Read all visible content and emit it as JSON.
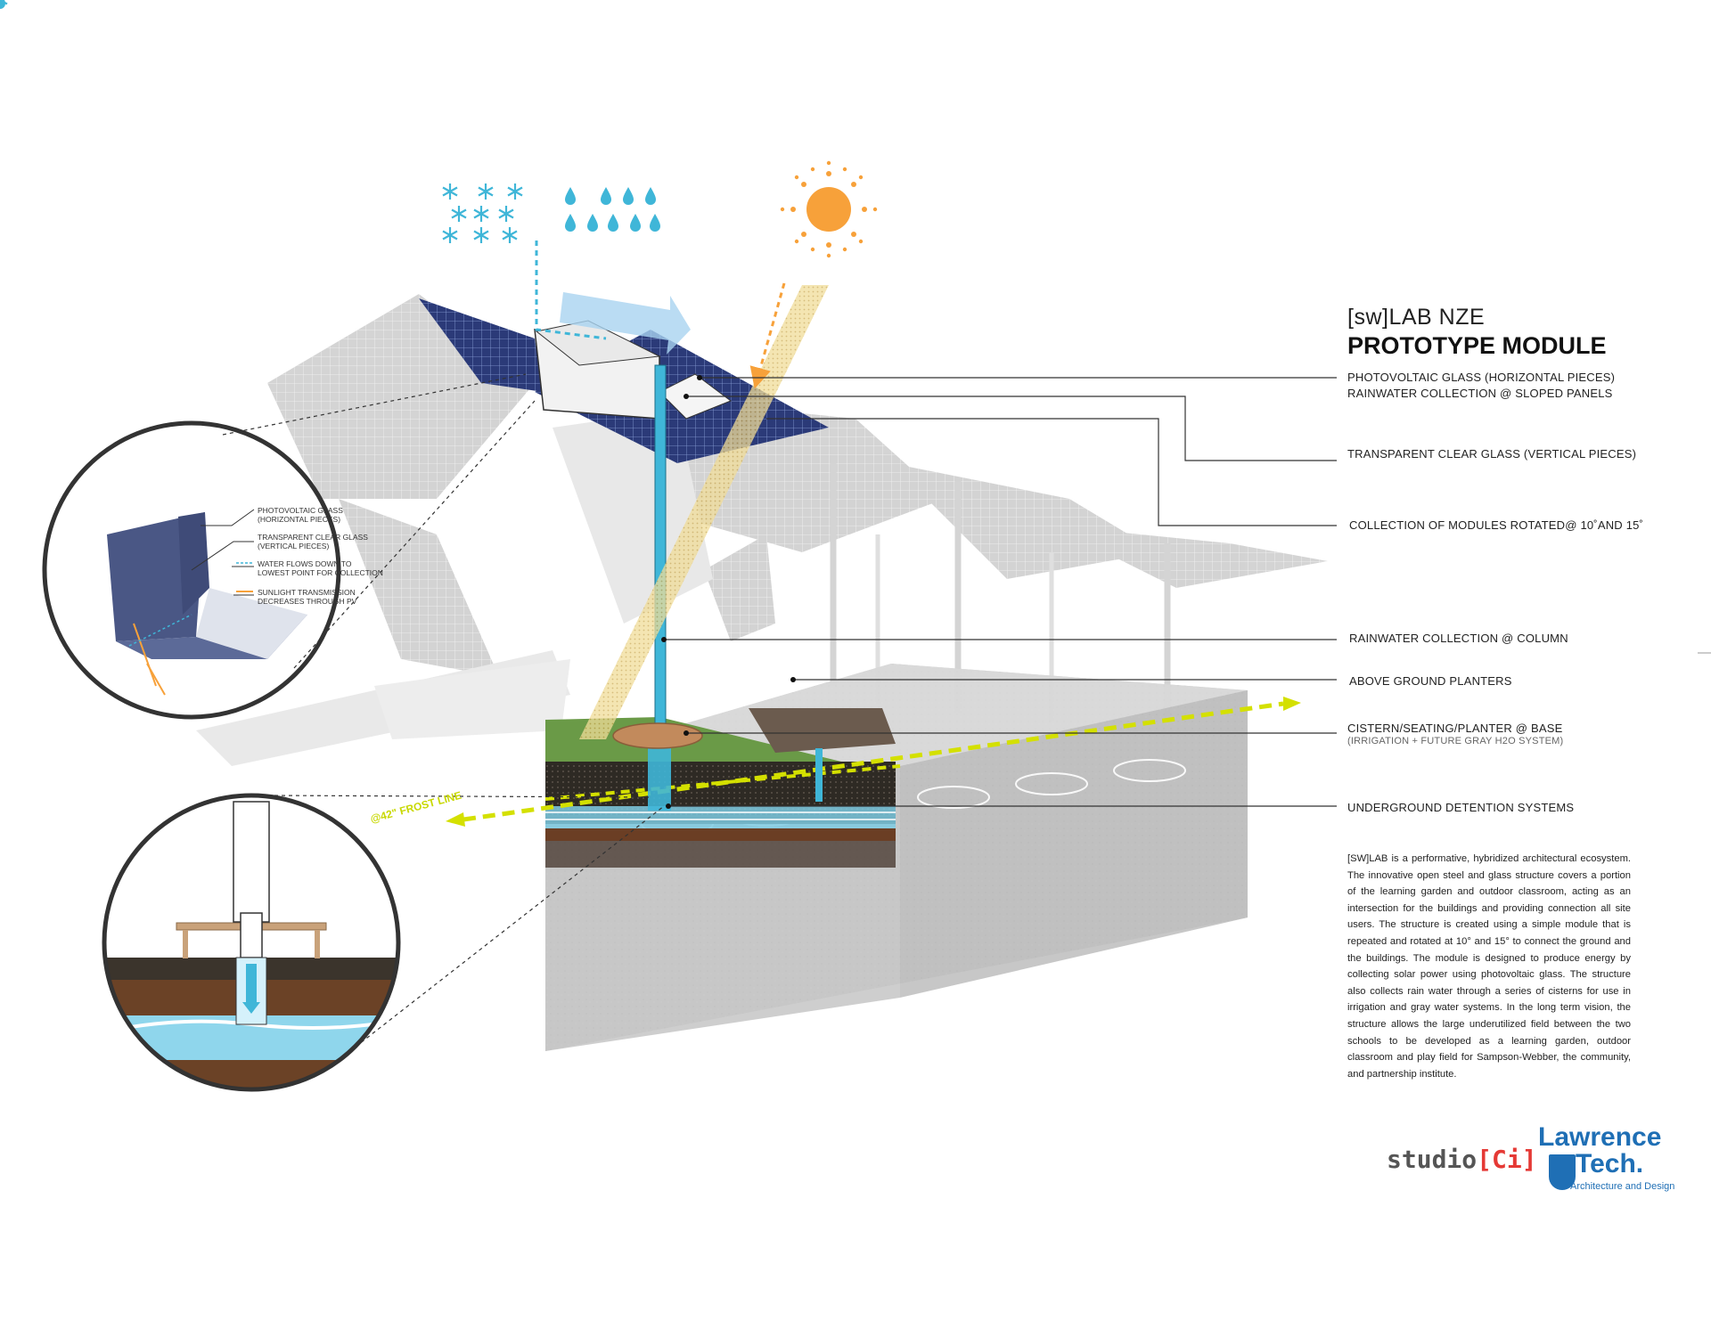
{
  "title": {
    "line1": "[sw]LAB NZE",
    "line2": "PROTOTYPE MODULE"
  },
  "callouts": [
    {
      "text": "PHOTOVOLTAIC GLASS (HORIZONTAL PIECES)"
    },
    {
      "text": "RAINWATER COLLECTION @ SLOPED PANELS"
    },
    {
      "text": "TRANSPARENT CLEAR GLASS (VERTICAL PIECES)"
    },
    {
      "text": "COLLECTION OF MODULES ROTATED@ 10˚AND 15˚"
    },
    {
      "text": "RAINWATER COLLECTION @ COLUMN"
    },
    {
      "text": "ABOVE GROUND PLANTERS"
    },
    {
      "text": "CISTERN/SEATING/PLANTER @ BASE"
    },
    {
      "text": "(IRRIGATION + FUTURE GRAY H2O SYSTEM)"
    },
    {
      "text": "UNDERGROUND DETENTION SYSTEMS"
    }
  ],
  "inset_legend": [
    {
      "line1": "PHOTOVOLTAIC GLASS",
      "line2": "(HORIZONTAL PIECES)"
    },
    {
      "line1": "TRANSPARENT CLEAR GLASS",
      "line2": "(VERTICAL PIECES)"
    },
    {
      "line1": "WATER FLOWS DOWN TO",
      "line2": "LOWEST POINT FOR COLLECTION"
    },
    {
      "line1": "SUNLIGHT TRANSMISSION",
      "line2": "DECREASES THROUGH PV"
    }
  ],
  "frost_line": "@42\" FROST LINE",
  "description": "[SW]LAB is a performative, hybridized architectural ecosystem. The innovative open steel and glass structure covers a portion of the learning garden and outdoor classroom, acting as an intersection for the buildings and providing connection all site users. The structure is created using a simple module that is repeated and rotated at 10° and 15° to connect the ground and the buildings. The module is designed to produce energy by collecting solar power using photovoltaic glass. The structure also collects rain water through a series of cisterns for use in irrigation and gray water systems. In the long term vision, the structure allows the large underutilized field between the two schools to be developed as a learning garden, outdoor classroom and play field for Sampson-Webber, the community, and partnership institute.",
  "logos": {
    "studio_prefix": "studio",
    "studio_ci": "[Ci]",
    "lt_line1": "Lawrence",
    "lt_line2": "Tech.",
    "lt_line3": "Architecture and Design"
  },
  "colors": {
    "pv_blue": "#2b3a78",
    "water_cyan": "#3fb6d8",
    "sun_orange": "#f7a13a",
    "frost_yellow": "#d4e000",
    "lt_blue": "#1f6fb5"
  },
  "icons": [
    "snowflake-icon",
    "raindrop-icon",
    "sun-icon"
  ]
}
